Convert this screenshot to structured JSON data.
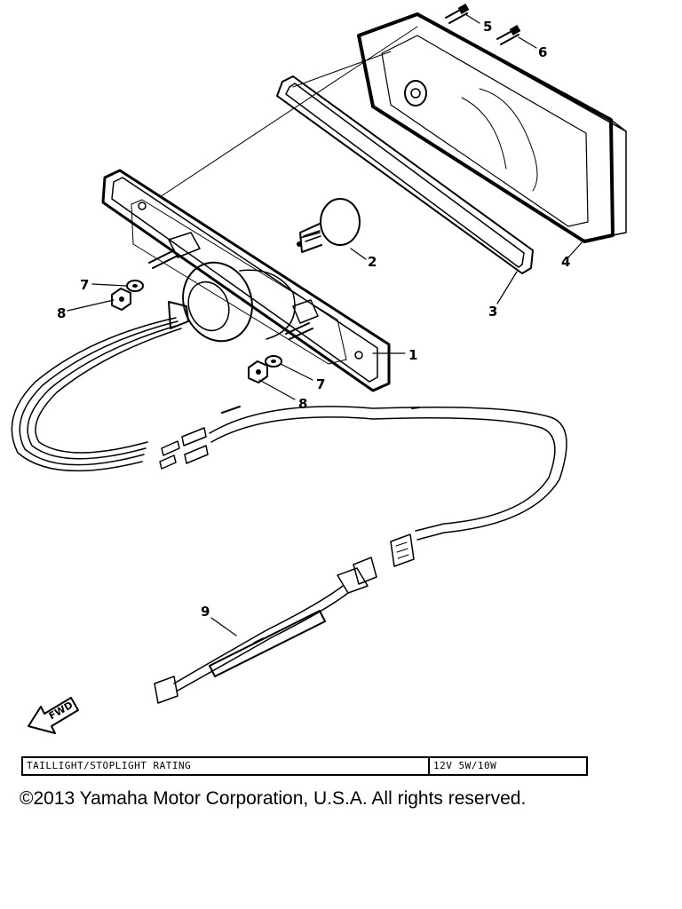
{
  "diagram": {
    "callouts": [
      {
        "id": "1",
        "label": "1"
      },
      {
        "id": "2",
        "label": "2"
      },
      {
        "id": "3",
        "label": "3"
      },
      {
        "id": "4",
        "label": "4"
      },
      {
        "id": "5",
        "label": "5"
      },
      {
        "id": "6",
        "label": "6"
      },
      {
        "id": "7a",
        "label": "7"
      },
      {
        "id": "7b",
        "label": "7"
      },
      {
        "id": "8a",
        "label": "8"
      },
      {
        "id": "8b",
        "label": "8"
      },
      {
        "id": "9",
        "label": "9"
      }
    ],
    "fwd_arrow_label": "FWD"
  },
  "rating_table": {
    "label": "TAILLIGHT/STOPLIGHT RATING",
    "value": "12V 5W/10W"
  },
  "copyright": "©2013 Yamaha Motor Corporation, U.S.A. All rights reserved."
}
